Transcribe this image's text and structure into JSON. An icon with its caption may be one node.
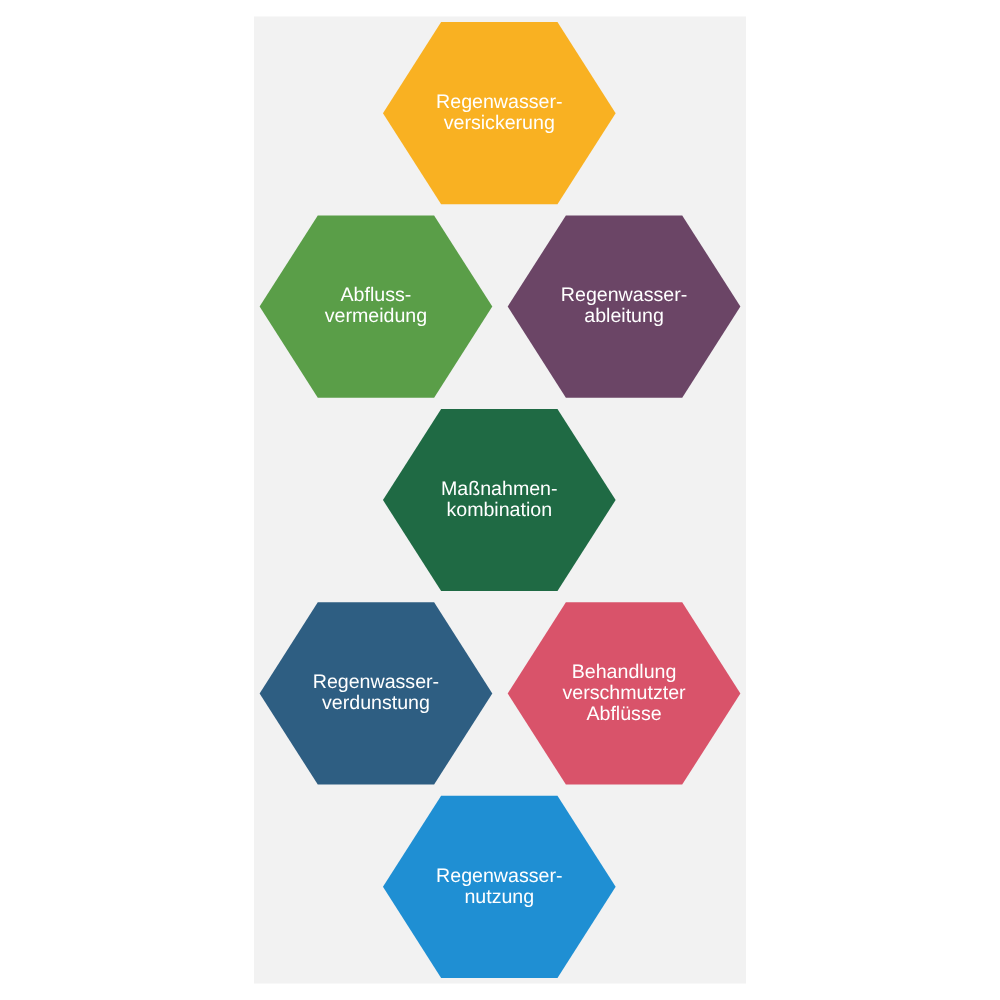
{
  "diagram": {
    "nodes": [
      {
        "text": [
          "Regenwasser-versickerung"
        ]
      },
      {
        "text": [
          "Abfluss-vermeidung"
        ]
      },
      {
        "text": [
          "Regenwasser-ableitung"
        ]
      },
      {
        "text": [
          "Maßnahmen-kombination"
        ]
      },
      {
        "text": [
          "Regenwasser-verdunstung"
        ]
      },
      {
        "text": [
          "Behandlung verschmutzter Abflüsse"
        ]
      },
      {
        "text": [
          "Regenwasser-nutzung"
        ]
      }
    ]
  }
}
